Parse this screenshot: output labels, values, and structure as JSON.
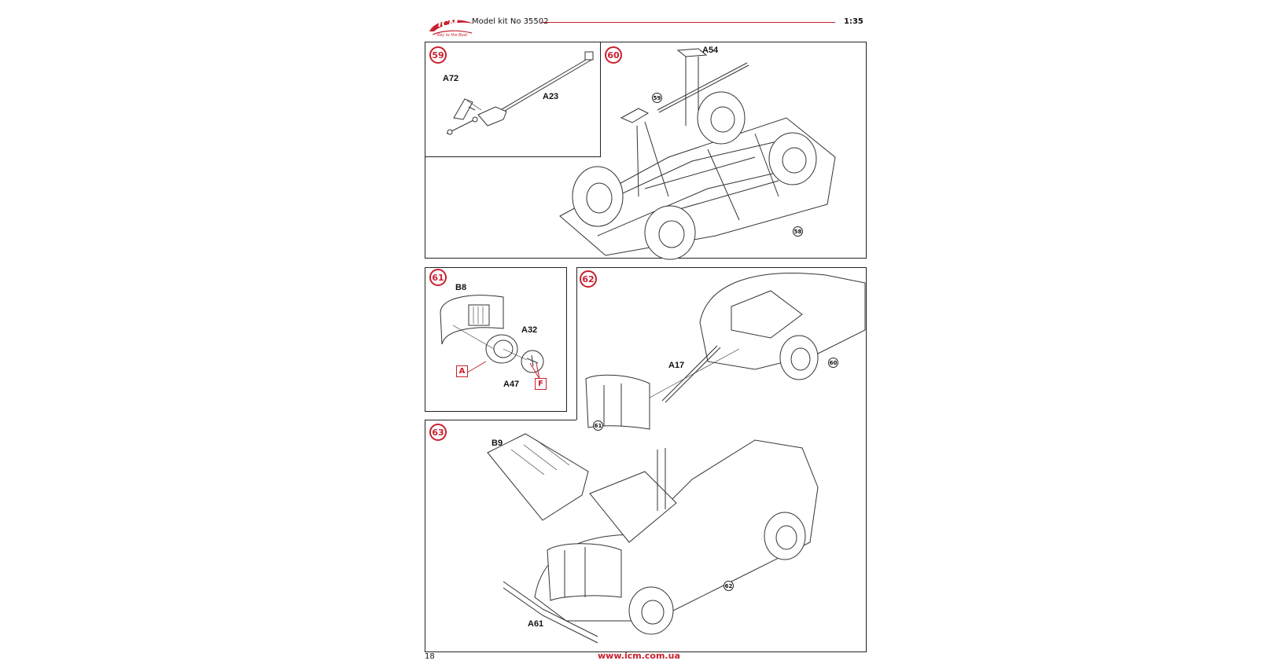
{
  "header": {
    "title": "Model kit No 35502",
    "scale": "1:35",
    "brand": "ICM",
    "brand_tagline": "Key to the Best",
    "brand_color": "#c8202f"
  },
  "steps": [
    {
      "number": "59",
      "parts": [
        "A72",
        "A23"
      ]
    },
    {
      "number": "60",
      "parts": [
        "A54"
      ],
      "refs": [
        "59",
        "58"
      ]
    },
    {
      "number": "61",
      "parts": [
        "B8",
        "A32",
        "A47"
      ],
      "paint_refs": [
        "A",
        "F"
      ]
    },
    {
      "number": "62",
      "parts": [
        "A17"
      ],
      "refs": [
        "60",
        "61"
      ]
    },
    {
      "number": "63",
      "parts": [
        "B9",
        "A61"
      ],
      "refs": [
        "62"
      ]
    }
  ],
  "footer": {
    "page_number": "18",
    "url": "www.icm.com.ua"
  }
}
